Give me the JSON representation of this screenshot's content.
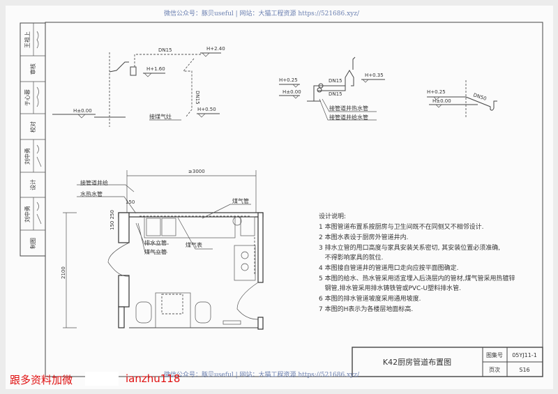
{
  "watermark": {
    "top": "微信公众号：豚贝useful  |  网站：大猫工程资源 https://521686.xyz/",
    "bottom": "微信公众号：豚贝useful  |  网站：大猫工程资源 https://521686.xyz/"
  },
  "promo": {
    "text": "跟多资料加微",
    "id": "ianzhu118"
  },
  "sidebar": {
    "cells": [
      "王祖上",
      "审核",
      "于心蓉",
      "校对",
      "刘中勇",
      "设计",
      "刘中勇",
      "制图"
    ]
  },
  "elev_gas": {
    "dn_h": "DN15",
    "dn_v": "DN15",
    "h1": "H+2.40",
    "h2": "H+1.60",
    "h3": "H±0.00",
    "h4": "H+0.50",
    "label": "接煤气灶"
  },
  "elev_water": {
    "h1": "H+0.25",
    "h2": "H±0.00",
    "dn1": "DN15",
    "dn2": "DN15",
    "h3": "H+0.35",
    "label1": "接管道井热水管",
    "label2": "接管道井给水管"
  },
  "elev_drain": {
    "h1": "H+0.25",
    "h2": "H±0.00",
    "dn": "DN50"
  },
  "plan": {
    "dim_width": "≥3000",
    "dim_height": "2100",
    "dim_150": "150",
    "dim_side": "150 250",
    "label_shaft": "接管道井给",
    "label_shaft2": "水热水管",
    "label_gaspipe": "煤气管",
    "label_meter": "煤气表",
    "label_drain": "排水立管",
    "label_gasriser": "煤气立管"
  },
  "notes": {
    "title": "设计说明:",
    "items": [
      "1 本图管道布置系按厨房与卫生间既不在同侧又不相邻设计.",
      "2 本图水表设于厨房外管道井内.",
      "3 排水立管的甩口高度与家具安装关系密切, 其安装位置必须准确,",
      "   不得影响家具的就位.",
      "4 本图接自管道井的管道甩口走向应按平面图确定.",
      "5 本图的给水、热水管采用适宜埋入后浇层内的管材,煤气管采用热镀锌",
      "   钢管,排水管采用排水铸铁管或PVC-U塑料排水管.",
      "6 本图的排水管道坡度采用通用坡度.",
      "7 本图的H表示为各楼层地面标高."
    ]
  },
  "titleblock": {
    "title": "K42厨房管道布置图",
    "atlas_label": "图集号",
    "atlas_value": "05YJ11-1",
    "page_label": "页次",
    "page_value": "S16"
  }
}
